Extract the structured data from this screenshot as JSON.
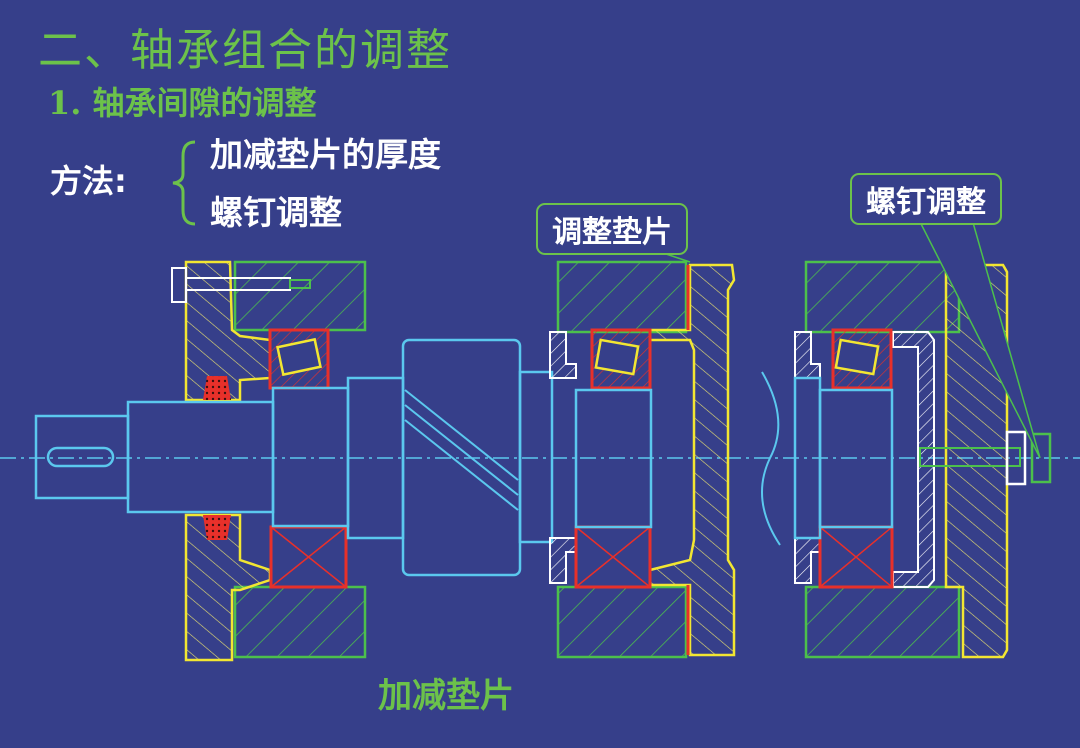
{
  "title": "二、轴承组合的调整",
  "subtitle": "1. 轴承间隙的调整",
  "method": {
    "label": "方法:",
    "items": [
      "加减垫片的厚度",
      "螺钉调整"
    ]
  },
  "callouts": {
    "shim": "调整垫片",
    "screw": "螺钉调整"
  },
  "bottom_label": "加减垫片",
  "colors": {
    "background": "#363f8a",
    "heading_green": "#6cc24a",
    "shaft": "#5bc8ee",
    "housing": "#4cc04c",
    "cover": "#f2e632",
    "bearing": "#e8302a",
    "washer": "#ffffff"
  }
}
